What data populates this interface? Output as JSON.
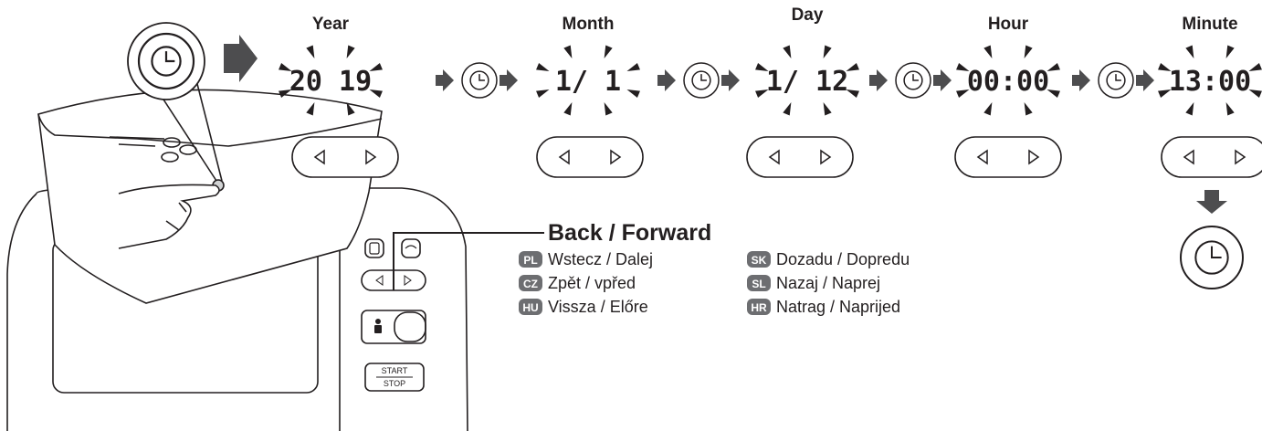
{
  "steps": [
    {
      "label": "Year",
      "display": "20  19"
    },
    {
      "label": "Month",
      "display": "1/  1"
    },
    {
      "label": "Day",
      "display": "1/ 12"
    },
    {
      "label": "Hour",
      "display": "00:00"
    },
    {
      "label": "Minute",
      "display": "13:00"
    }
  ],
  "device": {
    "start_label": "START",
    "stop_label": "STOP"
  },
  "legend": {
    "title": "Back / Forward",
    "translations": [
      {
        "code": "PL",
        "text": "Wstecz / Dalej"
      },
      {
        "code": "CZ",
        "text": "Zpět / vpřed"
      },
      {
        "code": "HU",
        "text": "Vissza / Előre"
      },
      {
        "code": "SK",
        "text": "Dozadu / Dopredu"
      },
      {
        "code": "SL",
        "text": "Nazaj / Naprej"
      },
      {
        "code": "HR",
        "text": "Natrag / Naprijed"
      }
    ]
  },
  "colors": {
    "ink": "#231f20",
    "arrow": "#4d4d4f",
    "badge": "#6d6e71"
  },
  "icons": {
    "clock": "clock-icon",
    "left": "left-arrow-icon",
    "right": "right-arrow-icon"
  }
}
